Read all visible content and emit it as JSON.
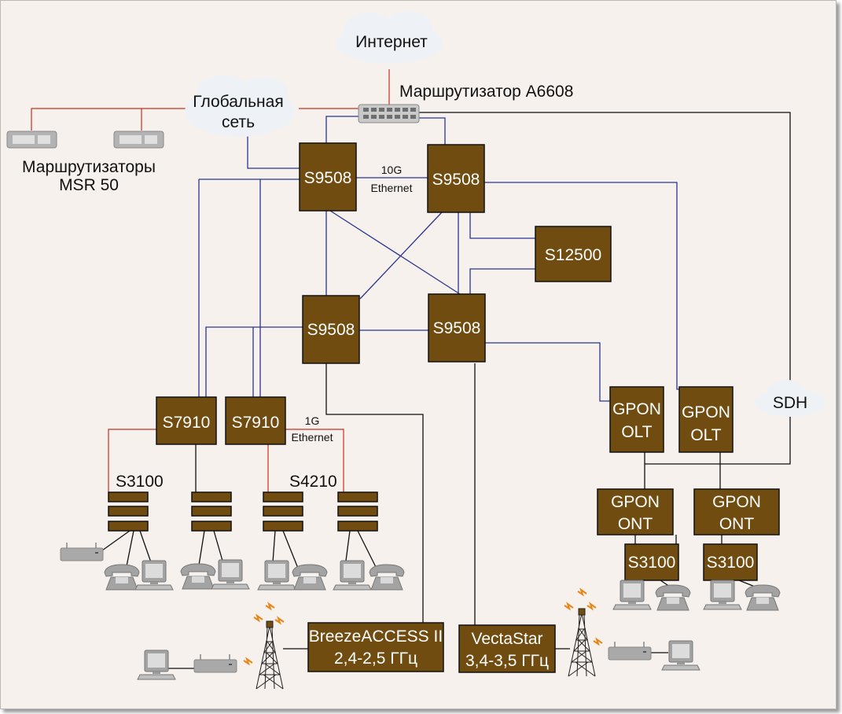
{
  "colors": {
    "background": "#f6f1ec",
    "device_box": "#714c10",
    "link_blue": "#2b3590",
    "link_red": "#c8301e",
    "link_black": "#111111",
    "radio_signal": "#e8861a"
  },
  "clouds": {
    "internet": "Интернет",
    "global_line1": "Глобальная",
    "global_line2": "сеть",
    "sdh": "SDH"
  },
  "router": {
    "label": "Маршрутизатор A6608"
  },
  "msr": {
    "line1": "Маршрутизаторы",
    "line2": "MSR 50"
  },
  "core": {
    "s9508": "S9508",
    "s12500": "S12500",
    "link_10g_line1": "10G",
    "link_10g_line2": "Ethernet"
  },
  "access": {
    "s7910": "S7910",
    "s3100": "S3100",
    "s4210": "S4210",
    "link_1g_line1": "1G",
    "link_1g_line2": "Ethernet"
  },
  "gpon": {
    "olt_line1": "GPON",
    "olt_line2": "OLT",
    "ont_line1": "GPON",
    "ont_line2": "ONT",
    "s3100": "S3100"
  },
  "wireless": {
    "breeze_line1": "BreezeACCESS II",
    "breeze_line2": "2,4-2,5 ГГц",
    "vecta_line1": "VectaStar",
    "vecta_line2": "3,4-3,5 ГГц"
  }
}
